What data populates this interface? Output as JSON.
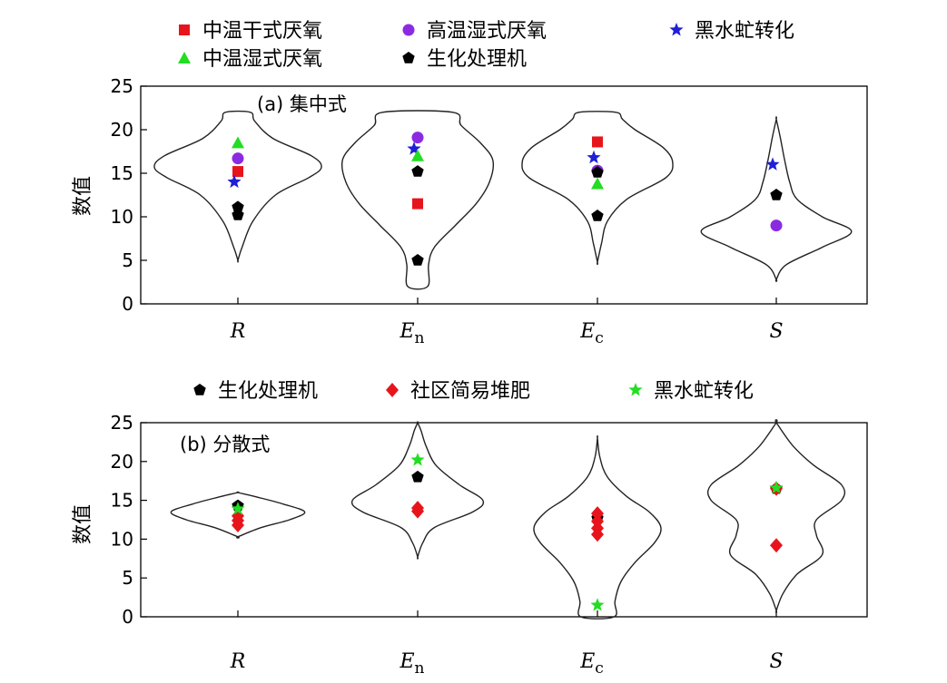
{
  "chart_data": [
    {
      "type": "scatter",
      "title": "(a) 集中式",
      "ylabel": "数值",
      "ylim": [
        0,
        25
      ],
      "yticks": [
        "0",
        "5",
        "10",
        "15",
        "20",
        "25"
      ],
      "categories": [
        {
          "main": "R",
          "sub": ""
        },
        {
          "main": "E",
          "sub": "n"
        },
        {
          "main": "E",
          "sub": "c"
        },
        {
          "main": "S",
          "sub": ""
        }
      ],
      "legend": [
        {
          "name": "中温干式厌氧",
          "marker": "square",
          "color": "#e8141c"
        },
        {
          "name": "高温湿式厌氧",
          "marker": "circle",
          "color": "#8a2be2"
        },
        {
          "name": "黑水虻转化",
          "marker": "star",
          "color": "#1f1fd6"
        },
        {
          "name": "中温湿式厌氧",
          "marker": "triangle",
          "color": "#22dd22"
        },
        {
          "name": "生化处理机",
          "marker": "pentagon",
          "color": "#000000"
        }
      ],
      "series": [
        {
          "name": "中温干式厌氧",
          "values": [
            15.2,
            11.5,
            18.6,
            null
          ]
        },
        {
          "name": "高温湿式厌氧",
          "values": [
            16.7,
            19.1,
            15.3,
            9.0
          ]
        },
        {
          "name": "黑水虻转化",
          "values": [
            14.0,
            17.8,
            16.8,
            16.0
          ]
        },
        {
          "name": "中温湿式厌氧",
          "values": [
            18.5,
            17.0,
            13.8,
            null
          ]
        },
        {
          "name": "生化处理机",
          "values": [
            10.2,
            5.0,
            10.1,
            12.5
          ]
        },
        {
          "name": "生化处理机",
          "values": [
            11.1,
            15.2,
            15.1,
            null
          ]
        }
      ],
      "violins": [
        {
          "min": 5.0,
          "max": 22.0,
          "shape": [
            [
              5.0,
              0
            ],
            [
              6.5,
              0.05
            ],
            [
              9.5,
              0.18
            ],
            [
              12.5,
              0.45
            ],
            [
              14.5,
              0.85
            ],
            [
              15.7,
              1.0
            ],
            [
              17.0,
              0.88
            ],
            [
              19.0,
              0.42
            ],
            [
              21.0,
              0.2
            ],
            [
              22.0,
              0.15
            ]
          ]
        },
        {
          "min": 2.0,
          "max": 22.0,
          "shape": [
            [
              2.0,
              0.12
            ],
            [
              4.5,
              0.13
            ],
            [
              6.5,
              0.2
            ],
            [
              9.0,
              0.45
            ],
            [
              11.5,
              0.7
            ],
            [
              14.0,
              0.86
            ],
            [
              16.5,
              0.9
            ],
            [
              18.5,
              0.75
            ],
            [
              20.5,
              0.52
            ],
            [
              22.0,
              0.42
            ]
          ]
        },
        {
          "min": 4.8,
          "max": 22.0,
          "shape": [
            [
              4.8,
              0
            ],
            [
              7.0,
              0.05
            ],
            [
              9.5,
              0.12
            ],
            [
              12.0,
              0.35
            ],
            [
              14.5,
              0.82
            ],
            [
              16.3,
              0.9
            ],
            [
              18.0,
              0.78
            ],
            [
              20.0,
              0.45
            ],
            [
              21.2,
              0.3
            ],
            [
              22.0,
              0.22
            ]
          ]
        },
        {
          "min": 2.8,
          "max": 21.2,
          "shape": [
            [
              2.8,
              0
            ],
            [
              4.5,
              0.12
            ],
            [
              6.5,
              0.55
            ],
            [
              8.3,
              0.9
            ],
            [
              10.0,
              0.55
            ],
            [
              12.0,
              0.25
            ],
            [
              14.0,
              0.16
            ],
            [
              16.5,
              0.1
            ],
            [
              19.0,
              0.05
            ],
            [
              21.2,
              0
            ]
          ]
        }
      ]
    },
    {
      "type": "scatter",
      "title": "(b) 分散式",
      "ylabel": "数值",
      "ylim": [
        0,
        25
      ],
      "yticks": [
        "0",
        "5",
        "10",
        "15",
        "20",
        "25"
      ],
      "categories": [
        {
          "main": "R",
          "sub": ""
        },
        {
          "main": "E",
          "sub": "n"
        },
        {
          "main": "E",
          "sub": "c"
        },
        {
          "main": "S",
          "sub": ""
        }
      ],
      "legend": [
        {
          "name": "生化处理机",
          "marker": "pentagon",
          "color": "#000000"
        },
        {
          "name": "社区简易堆肥",
          "marker": "diamond",
          "color": "#e8141c"
        },
        {
          "name": "黑水虻转化",
          "marker": "star",
          "color": "#22dd22"
        }
      ],
      "series": [
        {
          "name": "生化处理机",
          "values": [
            14.3,
            18.0,
            12.7,
            16.5
          ]
        },
        {
          "name": "社区简易堆肥",
          "values": [
            13.0,
            14.0,
            13.3,
            16.5
          ]
        },
        {
          "name": "社区简易堆肥",
          "values": [
            12.4,
            13.6,
            12.3,
            9.2
          ]
        },
        {
          "name": "社区简易堆肥",
          "values": [
            11.8,
            null,
            11.4,
            null
          ]
        },
        {
          "name": "社区简易堆肥",
          "values": [
            null,
            null,
            10.6,
            null
          ]
        },
        {
          "name": "黑水虻转化",
          "values": [
            13.9,
            20.2,
            1.5,
            16.6
          ]
        }
      ],
      "violins": [
        {
          "min": 10.3,
          "max": 16.0,
          "shape": [
            [
              10.3,
              0
            ],
            [
              11.5,
              0.28
            ],
            [
              12.5,
              0.62
            ],
            [
              13.5,
              0.8
            ],
            [
              14.5,
              0.55
            ],
            [
              15.5,
              0.2
            ],
            [
              16.0,
              0
            ]
          ]
        },
        {
          "min": 7.7,
          "max": 25.0,
          "shape": [
            [
              7.7,
              0
            ],
            [
              9.5,
              0.06
            ],
            [
              11.5,
              0.2
            ],
            [
              13.5,
              0.66
            ],
            [
              15.0,
              0.78
            ],
            [
              17.0,
              0.5
            ],
            [
              19.5,
              0.22
            ],
            [
              22.0,
              0.1
            ],
            [
              24.0,
              0.04
            ],
            [
              25.0,
              0
            ]
          ]
        },
        {
          "min": 0.0,
          "max": 23.0,
          "shape": [
            [
              0.0,
              0.2
            ],
            [
              2.0,
              0.21
            ],
            [
              4.5,
              0.28
            ],
            [
              7.0,
              0.45
            ],
            [
              9.5,
              0.68
            ],
            [
              11.5,
              0.76
            ],
            [
              13.5,
              0.62
            ],
            [
              15.5,
              0.35
            ],
            [
              18.0,
              0.12
            ],
            [
              20.5,
              0.03
            ],
            [
              23.0,
              0
            ]
          ]
        },
        {
          "min": 0.8,
          "max": 25.0,
          "shape": [
            [
              0.8,
              0
            ],
            [
              3.0,
              0.08
            ],
            [
              5.5,
              0.25
            ],
            [
              8.0,
              0.55
            ],
            [
              10.5,
              0.48
            ],
            [
              12.5,
              0.48
            ],
            [
              15.0,
              0.78
            ],
            [
              17.0,
              0.78
            ],
            [
              19.5,
              0.45
            ],
            [
              22.0,
              0.2
            ],
            [
              25.0,
              0
            ]
          ]
        }
      ]
    }
  ]
}
